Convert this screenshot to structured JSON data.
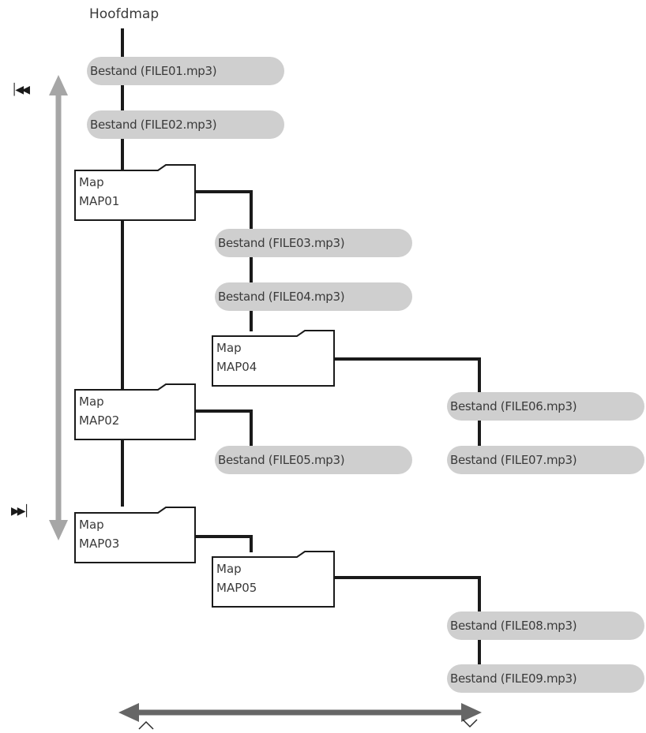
{
  "root": {
    "label": "Hoofdmap"
  },
  "files": [
    {
      "id": "file01",
      "label": "Bestand (FILE01.mp3)"
    },
    {
      "id": "file02",
      "label": "Bestand (FILE02.mp3)"
    },
    {
      "id": "file03",
      "label": "Bestand (FILE03.mp3)"
    },
    {
      "id": "file04",
      "label": "Bestand (FILE04.mp3)"
    },
    {
      "id": "file05",
      "label": "Bestand (FILE05.mp3)"
    },
    {
      "id": "file06",
      "label": "Bestand (FILE06.mp3)"
    },
    {
      "id": "file07",
      "label": "Bestand (FILE07.mp3)"
    },
    {
      "id": "file08",
      "label": "Bestand (FILE08.mp3)"
    },
    {
      "id": "file09",
      "label": "Bestand (FILE09.mp3)"
    }
  ],
  "folders": [
    {
      "id": "map01",
      "type": "Map",
      "name": "MAP01"
    },
    {
      "id": "map02",
      "type": "Map",
      "name": "MAP02"
    },
    {
      "id": "map03",
      "type": "Map",
      "name": "MAP03"
    },
    {
      "id": "map04",
      "type": "Map",
      "name": "MAP04"
    },
    {
      "id": "map05",
      "type": "Map",
      "name": "MAP05"
    }
  ],
  "navigation": {
    "previous_icon": "skip-previous-icon",
    "next_icon": "skip-next-icon",
    "up_icon": "caret-up-icon",
    "down_icon": "caret-down-icon",
    "vertical_arrow_color": "#a6a6a6",
    "horizontal_arrow_color": "#666666"
  },
  "colors": {
    "file_pill": "#cfcfcf",
    "connector": "#1a1a1a",
    "text": "#3a3a3a"
  }
}
